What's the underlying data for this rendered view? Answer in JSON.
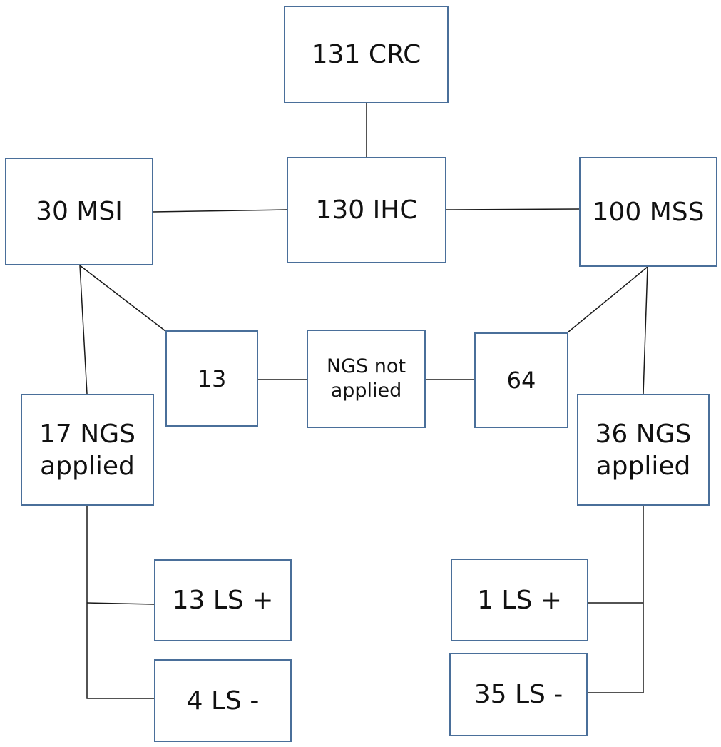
{
  "nodes": {
    "crc": "131 CRC",
    "ihc": "130 IHC",
    "msi": "30 MSI",
    "mss": "100 MSS",
    "msi_not_applied": "13",
    "ngs_not_applied": "NGS not applied",
    "mss_not_applied": "64",
    "msi_ngs_applied": "17 NGS applied",
    "mss_ngs_applied": "36 NGS applied",
    "msi_ls_pos": "13 LS +",
    "msi_ls_neg": "4 LS -",
    "mss_ls_pos": "1 LS +",
    "mss_ls_neg": "35 LS -"
  },
  "colors": {
    "box_border": "#4a6f9a",
    "line": "#1a1a1a"
  }
}
